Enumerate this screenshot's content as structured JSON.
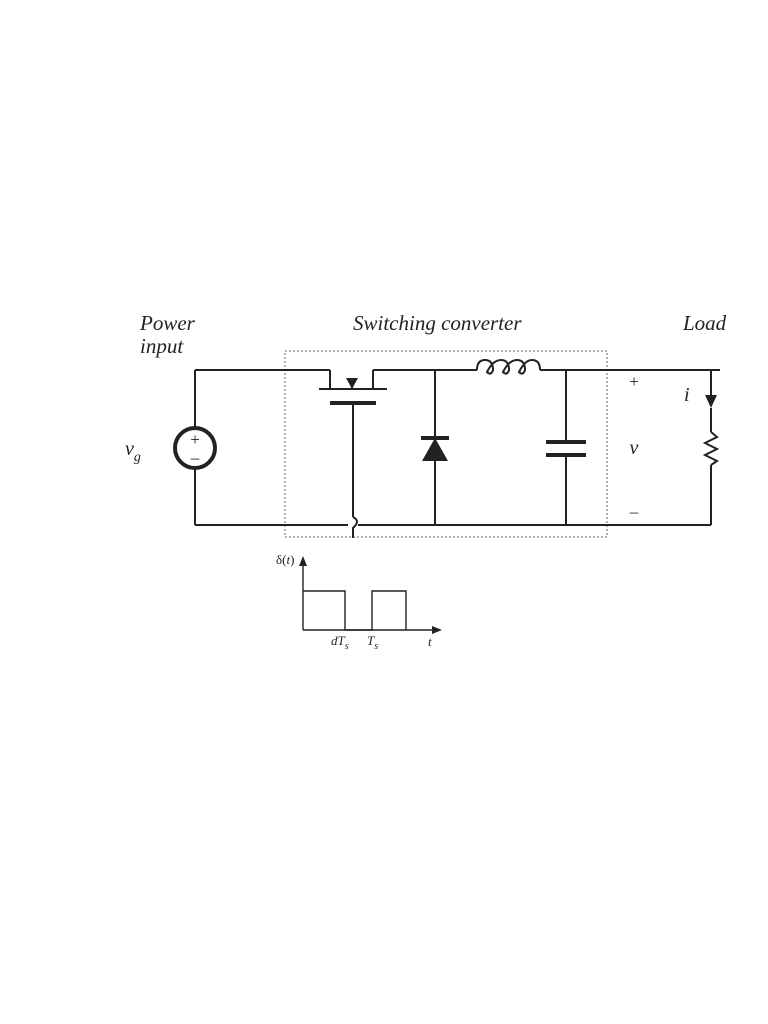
{
  "labels": {
    "power_line1": "Power",
    "power_line2": "input",
    "converter": "Switching converter",
    "load": "Load",
    "source_voltage_base": "v",
    "source_voltage_sub": "g",
    "output_voltage": "v",
    "output_plus": "+",
    "output_minus": "–",
    "load_current": "i",
    "source_plus": "+",
    "source_minus": "–"
  },
  "waveform": {
    "ylabel_pre": "δ(",
    "ylabel_var": "t",
    "ylabel_post": ")",
    "duty_tick_d": "d",
    "duty_tick_T": "T",
    "duty_tick_sub": "s",
    "period_tick_T": "T",
    "period_tick_sub": "s",
    "xlabel": "t"
  },
  "colors": {
    "ink": "#222222",
    "background": "#ffffff",
    "dashed_box": "#666666"
  }
}
